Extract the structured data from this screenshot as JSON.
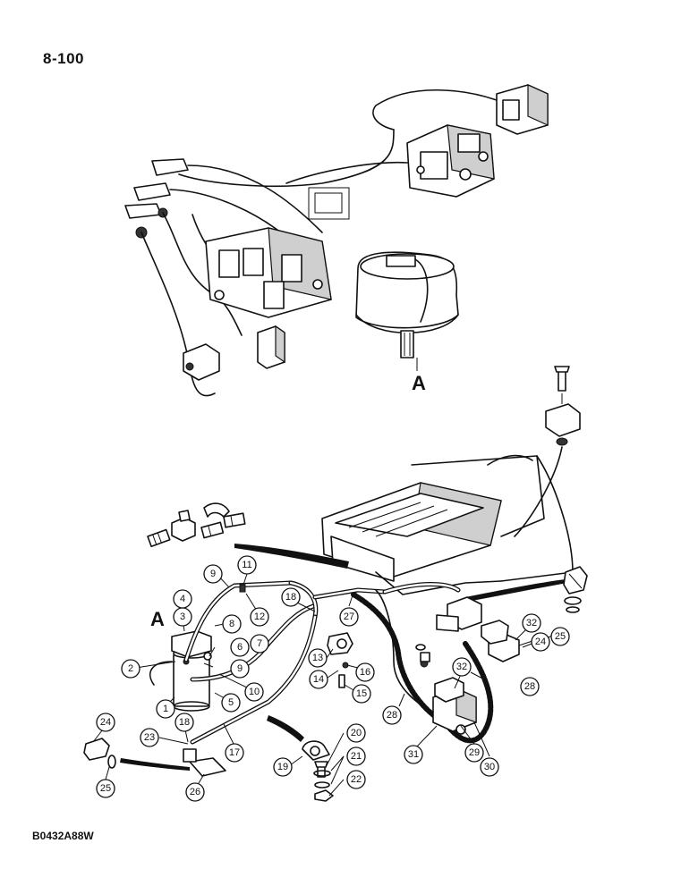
{
  "page_number": "8-100",
  "figure_code": "B0432A88W",
  "reference_letters": {
    "upper": "A",
    "lower": "A"
  },
  "callouts": [
    "1",
    "2",
    "3",
    "4",
    "5",
    "6",
    "7",
    "8",
    "9",
    "9",
    "10",
    "11",
    "12",
    "13",
    "14",
    "15",
    "16",
    "17",
    "18",
    "18",
    "19",
    "20",
    "21",
    "22",
    "23",
    "24",
    "24",
    "25",
    "25",
    "26",
    "27",
    "28",
    "28",
    "29",
    "30",
    "31",
    "32",
    "32"
  ]
}
